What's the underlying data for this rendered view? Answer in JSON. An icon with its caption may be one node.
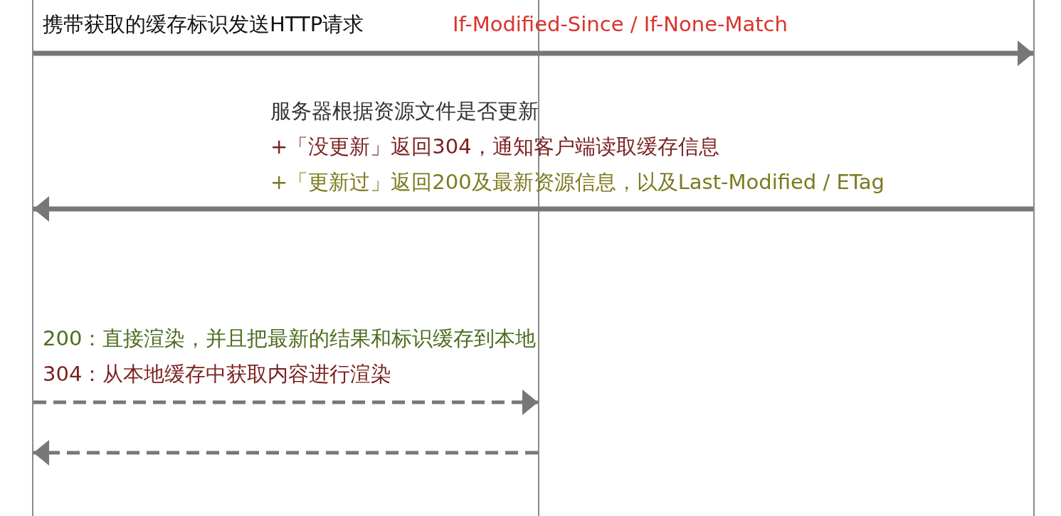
{
  "diagram": {
    "nodes": [
      {
        "text": [],
        "shape": "bar"
      },
      {
        "text": [],
        "shape": "bar"
      },
      {
        "text": [],
        "shape": "bar"
      }
    ],
    "edges": [
      {
        "from": 0,
        "to": 2,
        "arrow": "to"
      },
      {
        "from": 2,
        "to": 0,
        "arrow": "to"
      },
      {
        "from": 0,
        "to": 1,
        "arrow": "to",
        "style": "dashed"
      },
      {
        "from": 1,
        "to": 0,
        "arrow": "to",
        "style": "dashed"
      }
    ],
    "labels": [
      "携带获取的缓存标识发送HTTP请求",
      "If-Modified-Since / If-None-Match",
      "服务器根据资源文件是否更新",
      "+「没更新」返回304，通知客户端读取缓存信息",
      "+「更新过」返回200及最新资源信息，以及Last-Modified / ETag",
      "200：直接渲染，并且把最新的结果和标识缓存到本地",
      "304：从本地缓存中获取内容进行渲染"
    ]
  }
}
